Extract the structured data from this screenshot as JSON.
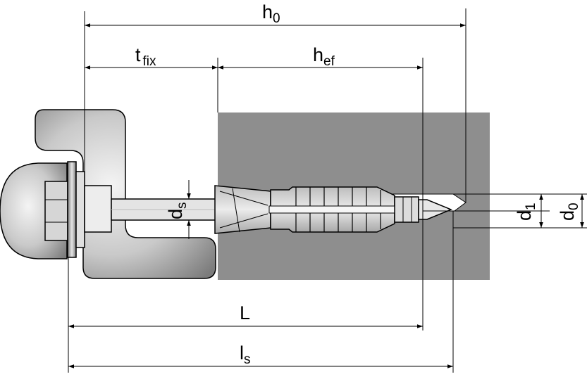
{
  "dimensions": {
    "h0": {
      "main": "h",
      "sub": "0"
    },
    "tfix": {
      "main": "t",
      "sub": "fix"
    },
    "hef": {
      "main": "h",
      "sub": "ef"
    },
    "ds": {
      "main": "d",
      "sub": "s"
    },
    "d1": {
      "main": "d",
      "sub": "1"
    },
    "d0": {
      "main": "d",
      "sub": "0"
    },
    "L": {
      "main": "L"
    },
    "ls": {
      "main": "l",
      "sub": "s"
    }
  },
  "colors": {
    "base_material": "#8e8e8e",
    "fixture_light": "#f2f2f2",
    "fixture_dark": "#7a7a7a",
    "line": "#000000"
  }
}
